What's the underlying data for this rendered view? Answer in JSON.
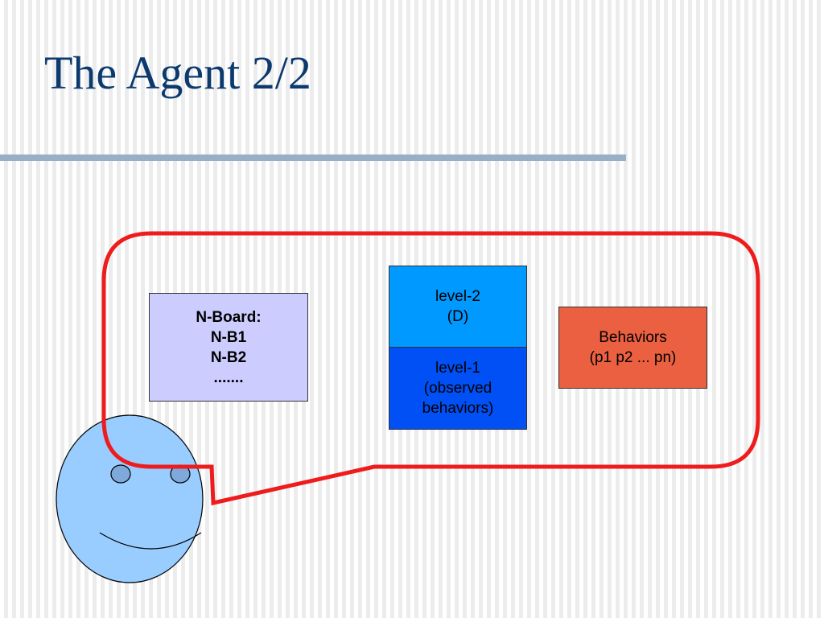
{
  "slide": {
    "title": "The Agent 2/2"
  },
  "diagram": {
    "nboard": {
      "lines": [
        "N-Board:",
        "N-B1",
        "N-B2",
        "......."
      ]
    },
    "level2": {
      "lines": [
        "level-2",
        "(D)"
      ]
    },
    "level1": {
      "lines": [
        "level-1",
        "(observed",
        "behaviors)"
      ]
    },
    "behaviors": {
      "lines": [
        "Behaviors",
        "(p1 p2 ... pn)"
      ]
    },
    "colors": {
      "bubble_outline": "#ee1c1c",
      "face_fill": "#99ccff",
      "eye_fill": "#7fa9da",
      "nboard_fill": "#ccccff",
      "level2_fill": "#0099ff",
      "level1_fill": "#0050f5",
      "behaviors_fill": "#ea6040",
      "title_color": "#0c3a6e",
      "rule_color": "#98afc7"
    }
  }
}
